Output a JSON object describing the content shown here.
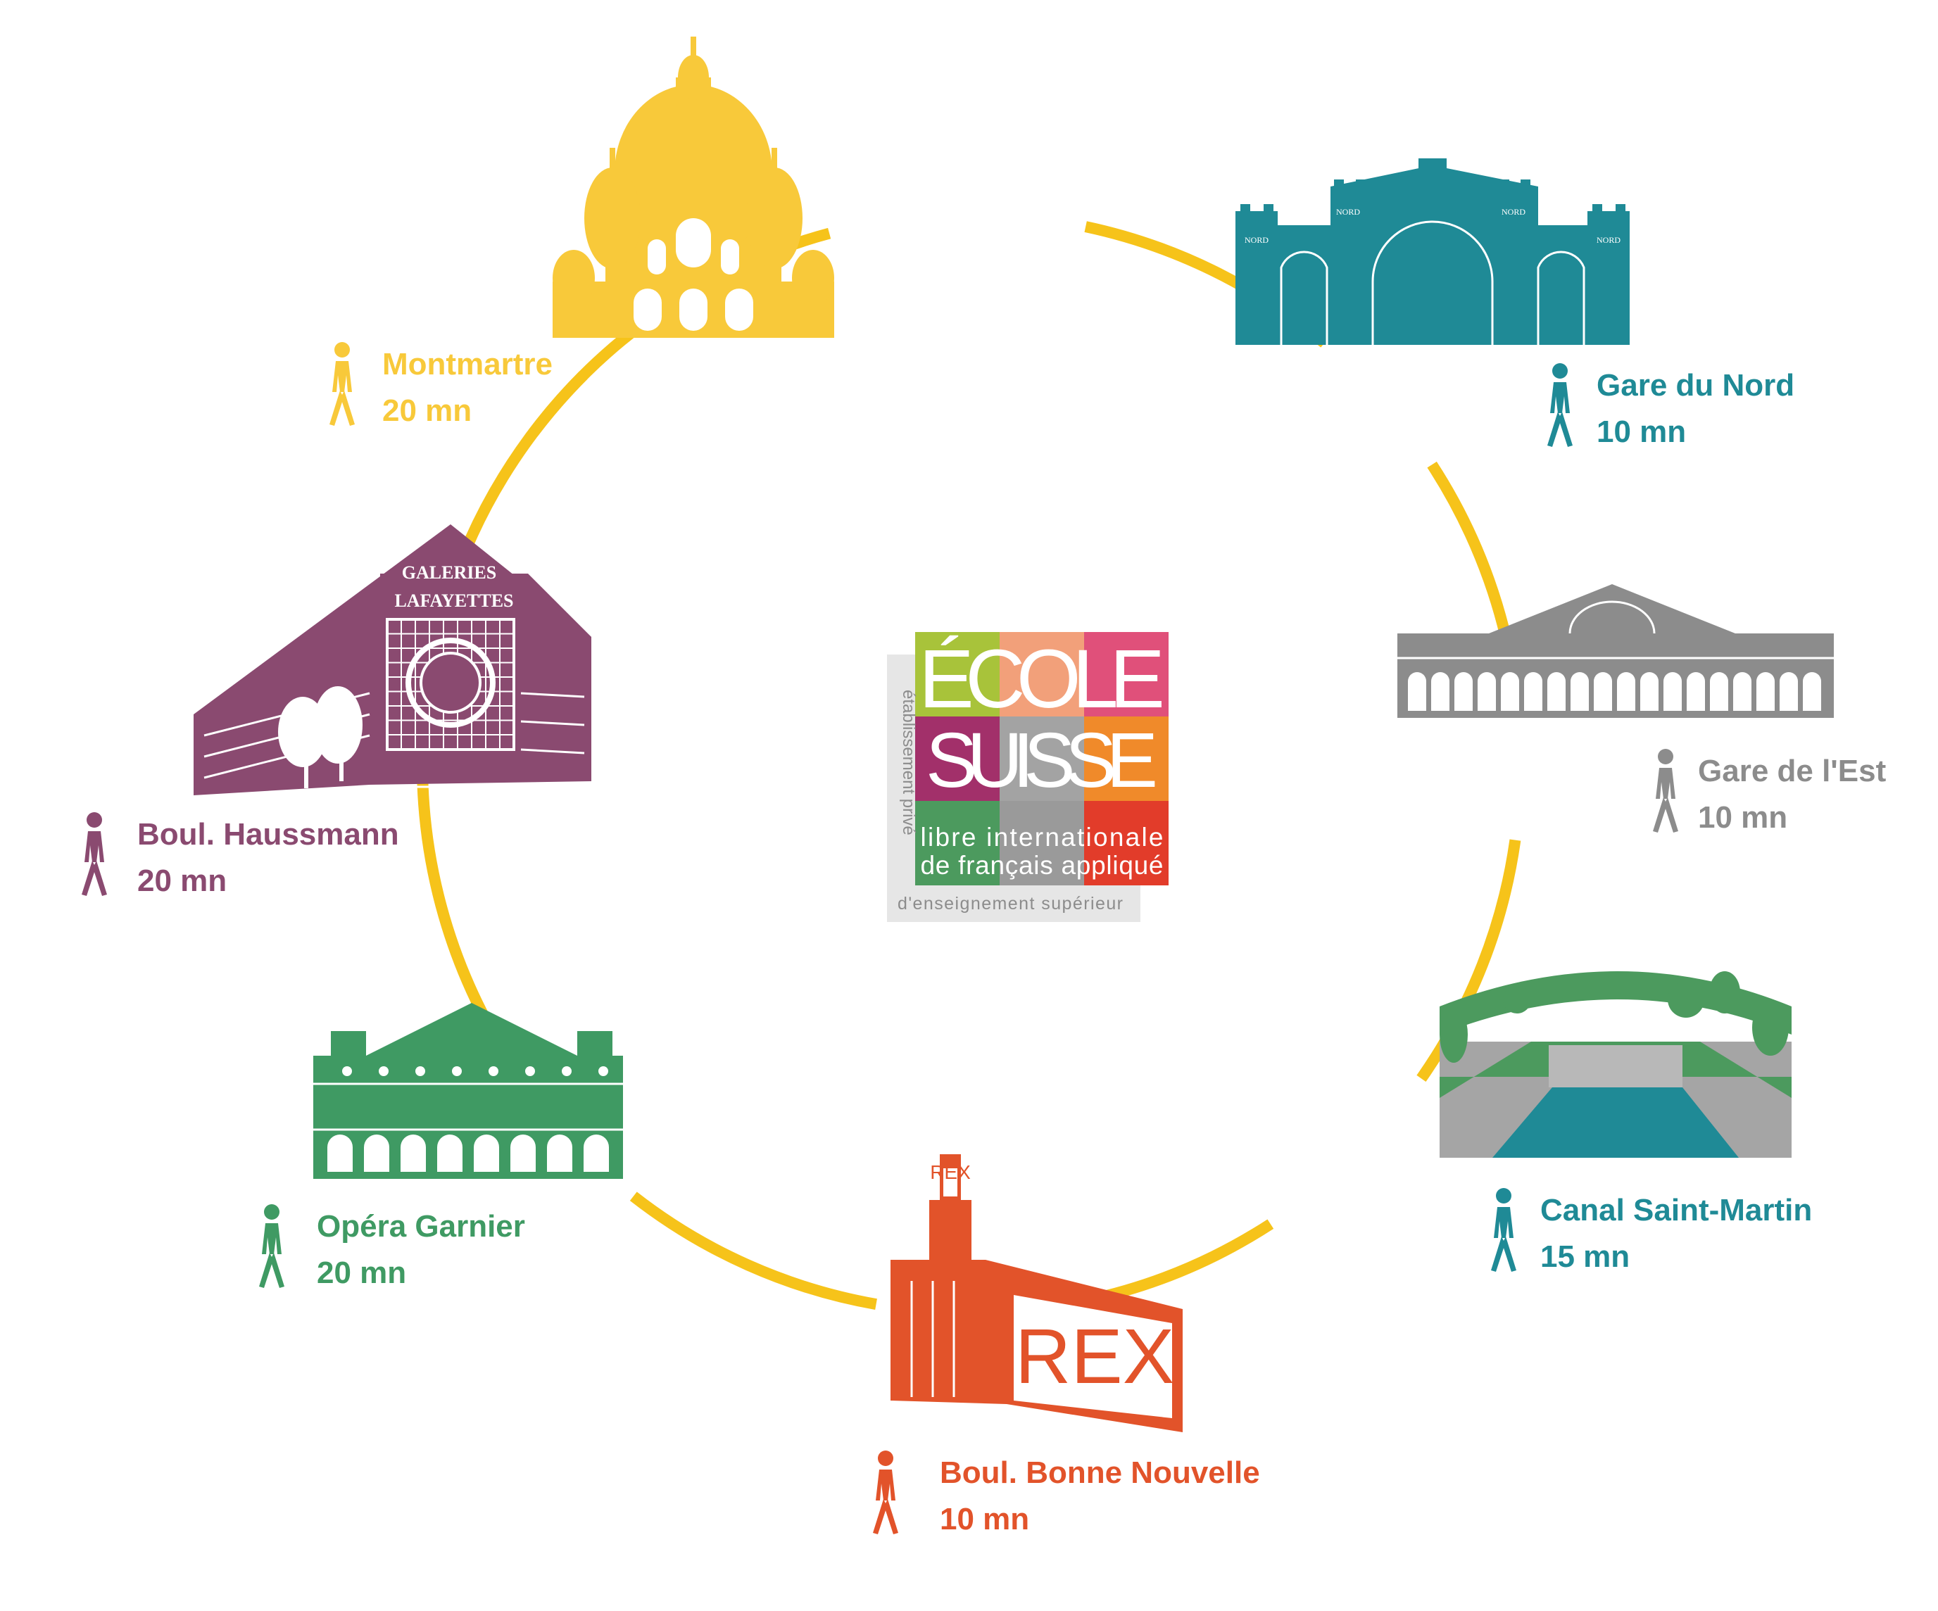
{
  "colors": {
    "ring": "#f6c31a",
    "montmartre": "#f8c93a",
    "gare_du_nord": "#1f8a96",
    "gare_de_lest": "#8c8c8c",
    "canal": "#1f8a96",
    "rex": "#e2532a",
    "opera": "#3f9a63",
    "haussmann": "#8a4a70",
    "logo_lime": "#a8c33a",
    "logo_peach": "#f2a07a",
    "logo_pink": "#e0507a",
    "logo_magenta": "#a2306a",
    "logo_orange": "#f08a2a",
    "logo_green": "#4c9a5e",
    "logo_grey": "#9a9a9a",
    "logo_red": "#e23c2a"
  },
  "destinations": [
    {
      "id": "montmartre",
      "name": "Montmartre",
      "time": "20 mn",
      "icon": "sacre-coeur-icon"
    },
    {
      "id": "gare_du_nord",
      "name": "Gare du Nord",
      "time": "10 mn",
      "icon": "gare-du-nord-icon"
    },
    {
      "id": "gare_de_lest",
      "name": "Gare de l'Est",
      "time": "10 mn",
      "icon": "gare-de-lest-icon"
    },
    {
      "id": "canal",
      "name": "Canal Saint-Martin",
      "time": "15 mn",
      "icon": "canal-bridge-icon"
    },
    {
      "id": "rex",
      "name": "Boul. Bonne Nouvelle",
      "time": "10 mn",
      "icon": "rex-cinema-icon"
    },
    {
      "id": "opera",
      "name": "Opéra Garnier",
      "time": "20 mn",
      "icon": "opera-garnier-icon"
    },
    {
      "id": "haussmann",
      "name": "Boul. Haussmann",
      "time": "20 mn",
      "icon": "galeries-lafayette-icon"
    }
  ],
  "building_text": {
    "galeries_line1": "GALERIES",
    "galeries_line2": "LAFAYETTES",
    "rex_sign": "REX",
    "rex_tower": "REX",
    "nord": "NORD"
  },
  "logo": {
    "line1": "ÉCOLE",
    "line2": "SUISSE",
    "line3": "libre internationale",
    "line4": "de français appliqué",
    "vertical": "établissement privé",
    "bottom": "d'enseignement supérieur"
  }
}
